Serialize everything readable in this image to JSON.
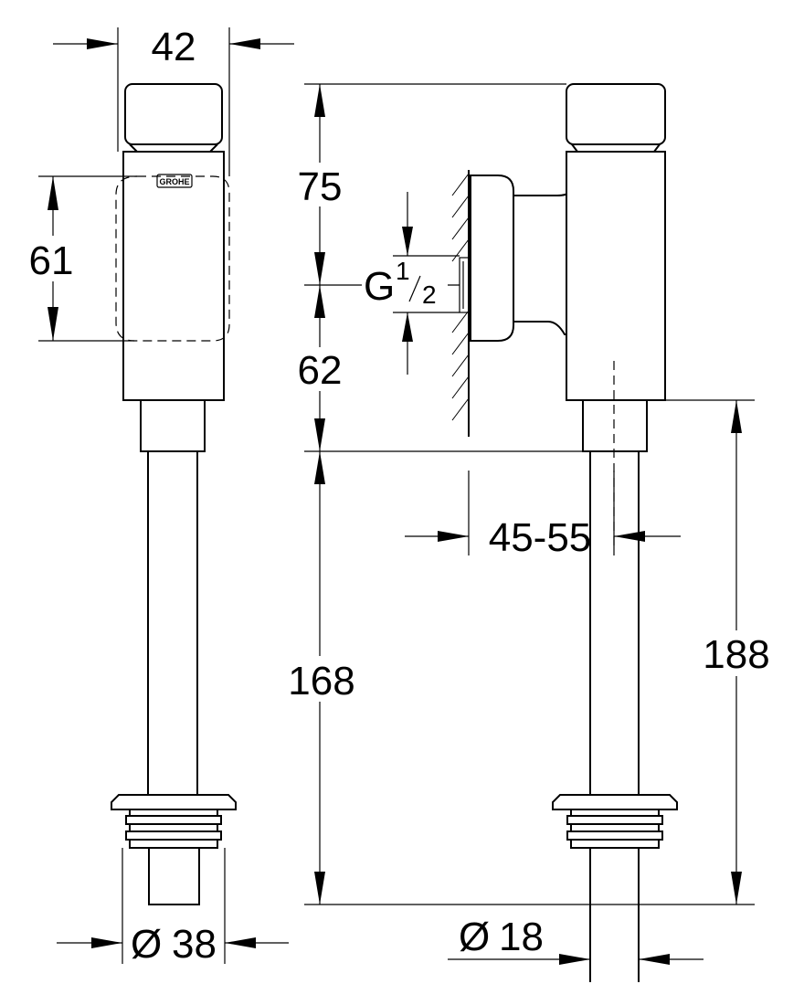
{
  "dimensions": {
    "width_top": "42",
    "plate_height": "61",
    "thread_label_main": "G",
    "thread_num": "1",
    "thread_den": "2",
    "upper_height": "75",
    "mid_height": "62",
    "offset_range": "45-55",
    "lower_height": "168",
    "total_height": "188",
    "diameter_left": "38",
    "diameter_right": "18",
    "diameter_symbol": "Ø"
  },
  "logo": {
    "text": "GROHE"
  }
}
